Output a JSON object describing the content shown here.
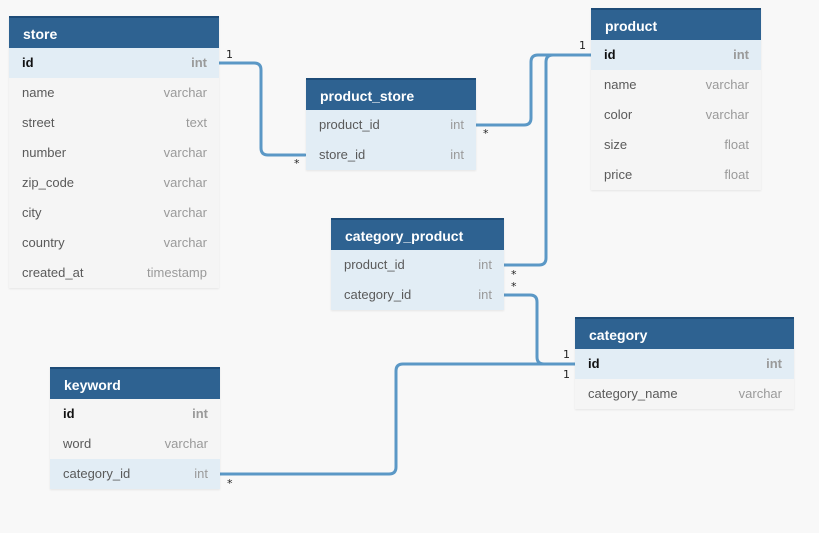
{
  "colors": {
    "background": "#f8f8f8",
    "header": "#2e6291",
    "row": "#f5f5f5",
    "row_highlight": "#e2edf5",
    "link": "#5b98c6"
  },
  "tables": {
    "store": {
      "name": "store",
      "columns": [
        {
          "name": "id",
          "type": "int",
          "pk": true
        },
        {
          "name": "name",
          "type": "varchar"
        },
        {
          "name": "street",
          "type": "text"
        },
        {
          "name": "number",
          "type": "varchar"
        },
        {
          "name": "zip_code",
          "type": "varchar"
        },
        {
          "name": "city",
          "type": "varchar"
        },
        {
          "name": "country",
          "type": "varchar"
        },
        {
          "name": "created_at",
          "type": "timestamp"
        }
      ]
    },
    "product_store": {
      "name": "product_store",
      "columns": [
        {
          "name": "product_id",
          "type": "int"
        },
        {
          "name": "store_id",
          "type": "int"
        }
      ]
    },
    "product": {
      "name": "product",
      "columns": [
        {
          "name": "id",
          "type": "int",
          "pk": true
        },
        {
          "name": "name",
          "type": "varchar"
        },
        {
          "name": "color",
          "type": "varchar"
        },
        {
          "name": "size",
          "type": "float"
        },
        {
          "name": "price",
          "type": "float"
        }
      ]
    },
    "category_product": {
      "name": "category_product",
      "columns": [
        {
          "name": "product_id",
          "type": "int"
        },
        {
          "name": "category_id",
          "type": "int"
        }
      ]
    },
    "category": {
      "name": "category",
      "columns": [
        {
          "name": "id",
          "type": "int",
          "pk": true
        },
        {
          "name": "category_name",
          "type": "varchar"
        }
      ]
    },
    "keyword": {
      "name": "keyword",
      "columns": [
        {
          "name": "id",
          "type": "int",
          "pk": true
        },
        {
          "name": "word",
          "type": "varchar"
        },
        {
          "name": "category_id",
          "type": "int"
        }
      ]
    }
  },
  "relationships": [
    {
      "from": "store.id",
      "to": "product_store.store_id",
      "from_card": "1",
      "to_card": "*"
    },
    {
      "from": "product.id",
      "to": "product_store.product_id",
      "from_card": "1",
      "to_card": "*"
    },
    {
      "from": "product.id",
      "to": "category_product.product_id",
      "from_card": "1",
      "to_card": "*"
    },
    {
      "from": "category.id",
      "to": "category_product.category_id",
      "from_card": "1",
      "to_card": "*"
    },
    {
      "from": "category.id",
      "to": "keyword.category_id",
      "from_card": "1",
      "to_card": "*"
    }
  ]
}
